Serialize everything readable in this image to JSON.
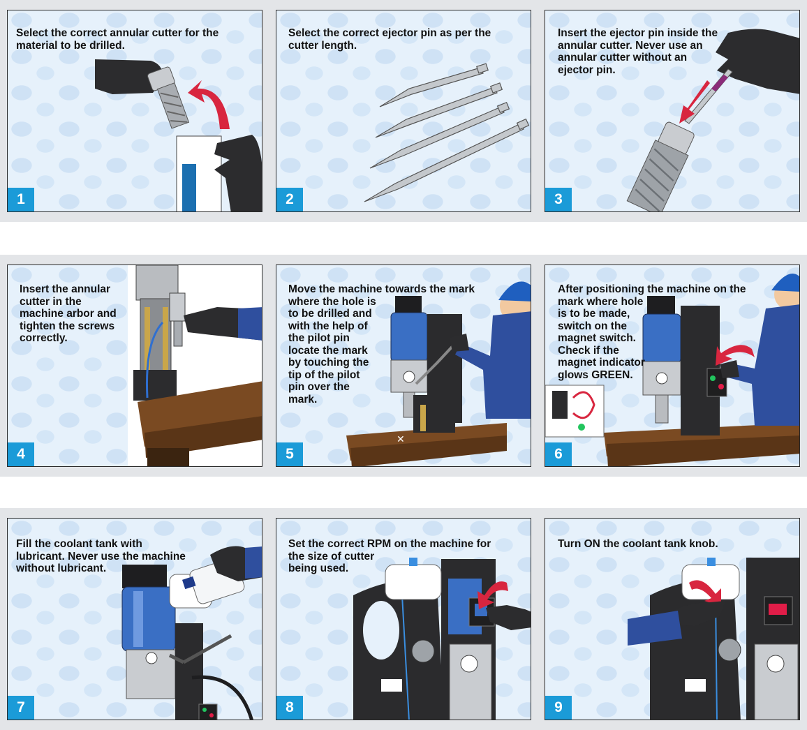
{
  "steps": [
    {
      "number": "1",
      "text": "Select the correct annular cutter for the\nmaterial to be drilled."
    },
    {
      "number": "2",
      "text": "Select the correct ejector pin as per the\ncutter length."
    },
    {
      "number": "3",
      "text": "Insert the ejector pin inside the\nannular cutter. Never use an\nannular cutter without an\nejector pin."
    },
    {
      "number": "4",
      "text": "Insert the annular\ncutter in the\nmachine arbor and\ntighten the screws\ncorrectly."
    },
    {
      "number": "5",
      "text": "Move the machine towards the mark\nwhere the hole is\nto be drilled and\nwith the help of\nthe pilot pin\nlocate the mark\nby touching the\ntip of the pilot\npin over the\nmark."
    },
    {
      "number": "6",
      "text": "After positioning the machine on the\nmark where hole\nis to be made,\nswitch on the\nmagnet switch.\nCheck if the\nmagnet indicator\nglows GREEN."
    },
    {
      "number": "7",
      "text": "Fill the coolant tank with\nlubricant. Never use the machine\nwithout lubricant."
    },
    {
      "number": "8",
      "text": "Set the correct RPM on the machine for\nthe size of cutter\nbeing used."
    },
    {
      "number": "9",
      "text": "Turn ON the coolant tank knob."
    }
  ],
  "colors": {
    "accent": "#1b9bd8",
    "arrow": "#d8263f",
    "glove": "#2c2c2e",
    "sleeve": "#2f4f9e",
    "machine_blue": "#3a6fc4"
  }
}
